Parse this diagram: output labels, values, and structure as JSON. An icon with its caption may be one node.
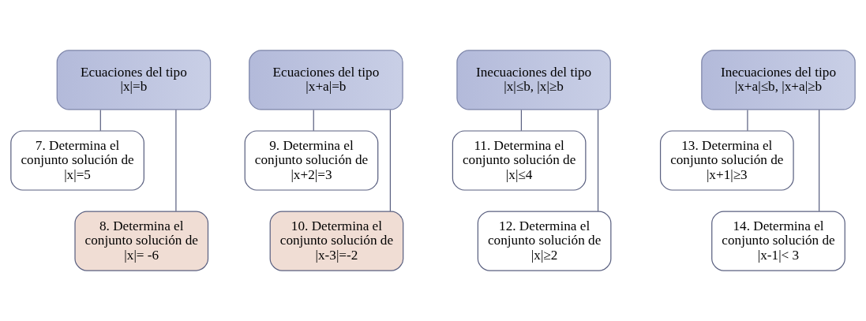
{
  "diagram": {
    "nodes": [
      {
        "text": [
          "Ecuaciones del tipo |x|=b"
        ]
      },
      {
        "text": [
          "7. Determina el conjunto solución de |x|=5"
        ]
      },
      {
        "text": [
          "8. Determina el conjunto solución de |x|= -6"
        ]
      },
      {
        "text": [
          "Ecuaciones del tipo |x+a|=b"
        ]
      },
      {
        "text": [
          "9. Determina el conjunto solución de |x+2|=3"
        ]
      },
      {
        "text": [
          "10. Determina el conjunto solución de |x-3|=-2"
        ]
      },
      {
        "text": [
          "Inecuaciones del tipo |x|≤b, |x|≥b"
        ]
      },
      {
        "text": [
          "11. Determina el conjunto solución de |x|≤4"
        ]
      },
      {
        "text": [
          "12. Determina el conjunto solución de |x|≥2"
        ]
      },
      {
        "text": [
          "Inecuaciones del tipo |x+a|≤b, |x+a|≥b"
        ]
      },
      {
        "text": [
          "13. Determina el conjunto solución de |x+1|≥3"
        ]
      },
      {
        "text": [
          "14. Determina el conjunto solución de |x-1|< 3"
        ]
      }
    ],
    "edges": [
      {
        "from": 0,
        "to": 1,
        "arrow": "none"
      },
      {
        "from": 0,
        "to": 2,
        "arrow": "none"
      },
      {
        "from": 3,
        "to": 4,
        "arrow": "none"
      },
      {
        "from": 3,
        "to": 5,
        "arrow": "none"
      },
      {
        "from": 6,
        "to": 7,
        "arrow": "none"
      },
      {
        "from": 6,
        "to": 8,
        "arrow": "none"
      },
      {
        "from": 9,
        "to": 10,
        "arrow": "none"
      },
      {
        "from": 9,
        "to": 11,
        "arrow": "none"
      }
    ]
  }
}
